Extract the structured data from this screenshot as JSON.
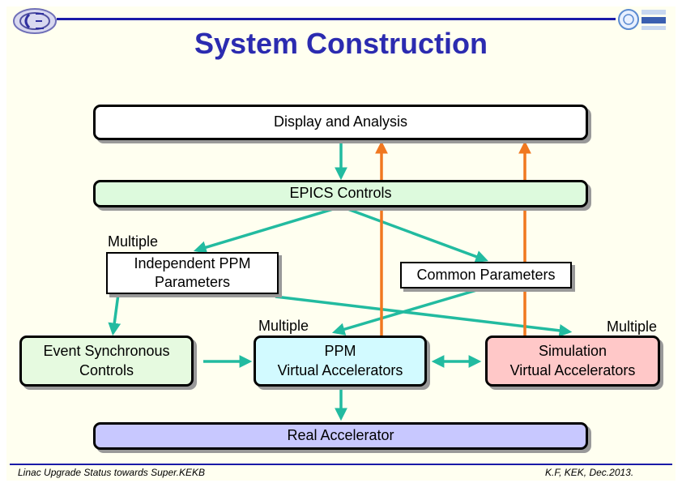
{
  "title": "System Construction",
  "nodes": {
    "display": "Display and Analysis",
    "epics": "EPICS Controls",
    "independent_line1": "Independent PPM",
    "independent_line2": "Parameters",
    "common": "Common Parameters",
    "event_line1": "Event Synchronous",
    "event_line2": "Controls",
    "ppm_line1": "PPM",
    "ppm_line2": "Virtual Accelerators",
    "sim_line1": "Simulation",
    "sim_line2": "Virtual Accelerators",
    "real": "Real Accelerator"
  },
  "labels": {
    "multiple_left": "Multiple",
    "multiple_mid": "Multiple",
    "multiple_right": "Multiple"
  },
  "footer": {
    "left": "Linac Upgrade Status towards Super.KEKB",
    "right": "K.F, KEK, Dec.2013."
  },
  "colors": {
    "arrow_teal": "#22bba0",
    "arrow_orange": "#f07820",
    "title_blue": "#2b2bb0",
    "epics_fill": "#ddfadd",
    "event_fill": "#e6fae0",
    "ppm_fill": "#d2faff",
    "sim_fill": "#ffc8c8",
    "real_fill": "#c8c8ff"
  }
}
